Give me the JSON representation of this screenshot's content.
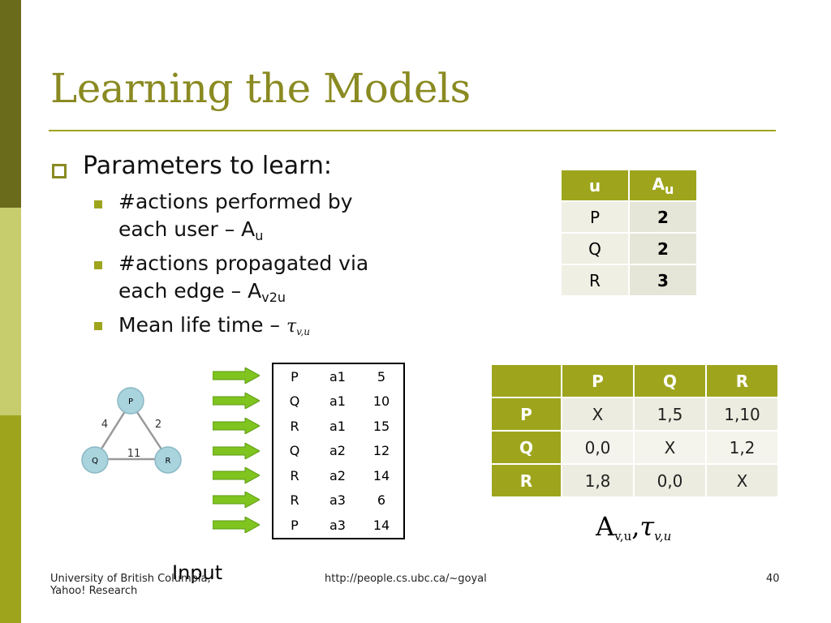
{
  "slide": {
    "title": "Learning the Models",
    "bullet": "Parameters to learn:",
    "sub1_line1": "#actions performed by",
    "sub1_line2": "each user – A",
    "sub1_sub": "u",
    "sub2_line1": "#actions propagated via",
    "sub2_line2": "each edge – A",
    "sub2_sub": "v2u",
    "sub3": "Mean life time –",
    "tau": "τ",
    "tau_sub": "v,u"
  },
  "au_table": {
    "col1": "u",
    "col2": "A",
    "col2_sub": "u",
    "rows": [
      {
        "u": "P",
        "a": "2"
      },
      {
        "u": "Q",
        "a": "2"
      },
      {
        "u": "R",
        "a": "3"
      }
    ]
  },
  "log_table": {
    "rows": [
      [
        "P",
        "a1",
        "5"
      ],
      [
        "Q",
        "a1",
        "10"
      ],
      [
        "R",
        "a1",
        "15"
      ],
      [
        "Q",
        "a2",
        "12"
      ],
      [
        "R",
        "a2",
        "14"
      ],
      [
        "R",
        "a3",
        "6"
      ],
      [
        "P",
        "a3",
        "14"
      ]
    ]
  },
  "matrix": {
    "headers": [
      "P",
      "Q",
      "R"
    ],
    "rows": [
      {
        "label": "P",
        "cells": [
          "X",
          "1,5",
          "1,10"
        ]
      },
      {
        "label": "Q",
        "cells": [
          "0,0",
          "X",
          "1,2"
        ]
      },
      {
        "label": "R",
        "cells": [
          "1,8",
          "0,0",
          "X"
        ]
      }
    ]
  },
  "graph": {
    "nodes": [
      "P",
      "Q",
      "R"
    ],
    "edges": [
      {
        "label": "4"
      },
      {
        "label": "2"
      },
      {
        "label": "11"
      }
    ]
  },
  "formula": {
    "a": "A",
    "a_sub": "v,u",
    "sep": ",",
    "tau": "τ",
    "tau_sub": "v,u"
  },
  "footer": {
    "org_line1": "University of British Columbia,",
    "org_line2": "Yahoo! Research",
    "url": "http://people.cs.ubc.ca/~goyal",
    "page": "40",
    "input_label": "Input"
  },
  "colors": {
    "accent": "#9ea51d",
    "title": "#8a8a22",
    "bar_dark": "#6b6b1c",
    "bar_light": "#c7cc6d",
    "arrow": "#7fc41f",
    "node_fill": "#a9d3dd"
  }
}
